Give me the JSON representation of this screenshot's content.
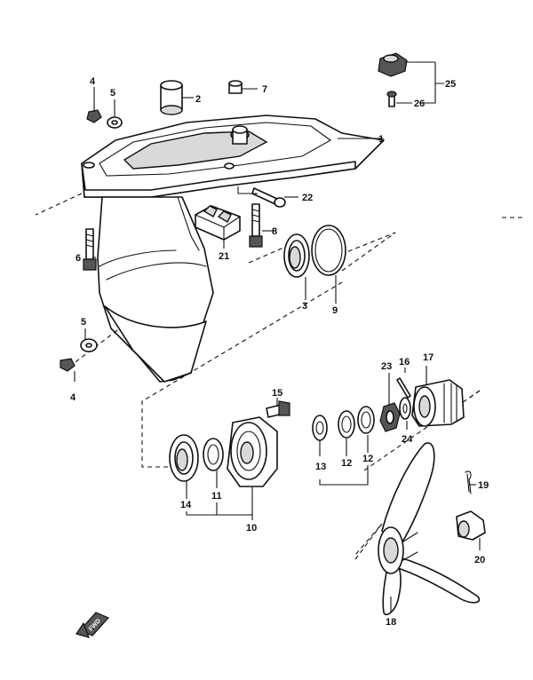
{
  "diagram": {
    "forward_marker": "FWD",
    "callouts": {
      "c1": "1",
      "c2": "2",
      "c3": "3",
      "c4a": "4",
      "c4b": "4",
      "c5a": "5",
      "c5b": "5",
      "c6": "6",
      "c7": "7",
      "c8": "8",
      "c9": "9",
      "c10": "10",
      "c11": "11",
      "c12a": "12",
      "c12b": "12",
      "c13": "13",
      "c14": "14",
      "c15": "15",
      "c16": "16",
      "c17": "17",
      "c18": "18",
      "c19": "19",
      "c20": "20",
      "c21": "21",
      "c22": "22",
      "c23": "23",
      "c24": "24",
      "c25": "25",
      "c26": "26"
    }
  }
}
